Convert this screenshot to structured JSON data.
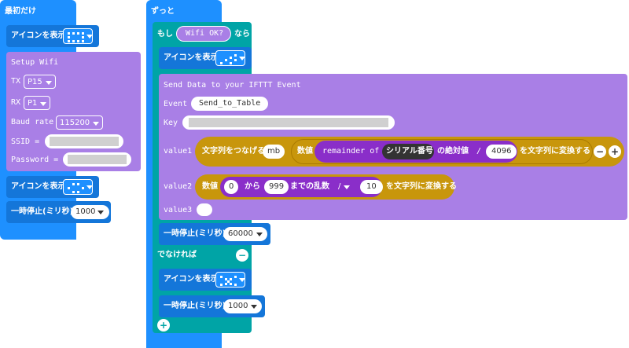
{
  "on_start": {
    "hat_label": "最初だけ",
    "show_icon_1": "アイコンを表示",
    "setup_wifi": {
      "title": "Setup Wifi",
      "tx_label": "TX",
      "tx_value": "P15",
      "rx_label": "RX",
      "rx_value": "P1",
      "baud_label": "Baud rate",
      "baud_value": "115200",
      "ssid_label": "SSID =",
      "password_label": "Password ="
    },
    "show_icon_2": "アイコンを表示",
    "pause_label": "一時停止(ミリ秒)",
    "pause_value": "1000"
  },
  "forever": {
    "hat_label": "ずっと",
    "if_label": "もし",
    "condition": "Wifi OK?",
    "then_label": "なら",
    "show_icon": "アイコンを表示",
    "ifttt": {
      "title": "Send Data to your IFTTT Event",
      "event_label": "Event",
      "event_value": "Send_to_Table",
      "key_label": "Key",
      "value1_label": "value1",
      "join_label": "文字列をつなげる",
      "join_first": "mb",
      "number_label": "数値",
      "remainder_label": "remainder of",
      "serial_label": "シリアル番号",
      "abs_label": "の絶対値",
      "div_label": "/",
      "div_value": "4096",
      "to_string_1": "を文字列に変換する",
      "value2_label": "value2",
      "number_label_2": "数値",
      "rand_from": "0",
      "from_label": "から",
      "rand_to": "999",
      "rand_label": "までの乱数",
      "op2": "/",
      "op2_value": "10",
      "to_string_2": "を文字列に変換する",
      "value3_label": "value3"
    },
    "pause_label_1": "一時停止(ミリ秒)",
    "pause_value_1": "60000",
    "else_label": "でなければ",
    "show_icon_else": "アイコンを表示",
    "pause_label_2": "一時停止(ミリ秒)",
    "pause_value_2": "1000"
  },
  "colors": {
    "basic_blue": "#1e90ff",
    "logic_teal": "#00a4a6",
    "extension_purple": "#a97fe6",
    "text_gold": "#c8960c",
    "math_purple": "#8a2ec9"
  }
}
